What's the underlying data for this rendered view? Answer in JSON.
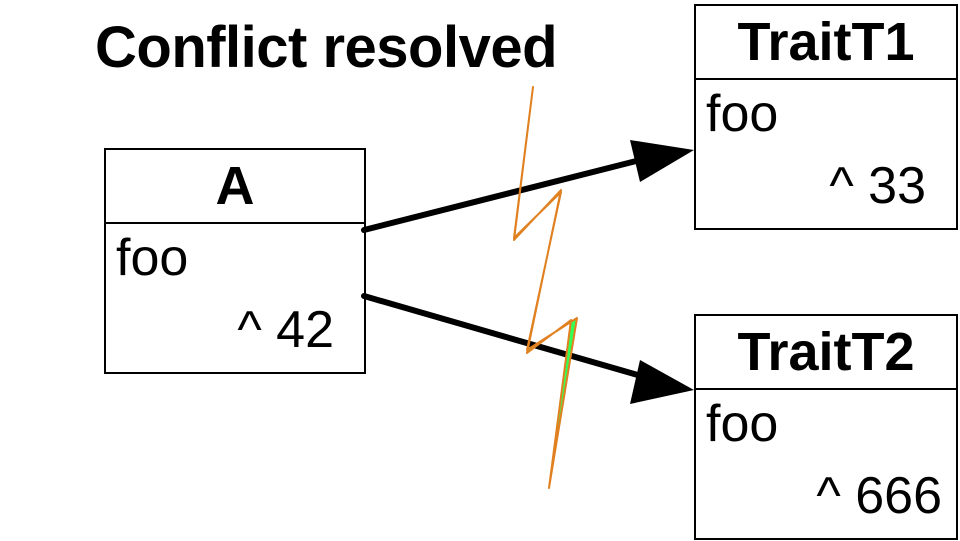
{
  "title": "Conflict resolved",
  "boxes": {
    "a": {
      "name": "A",
      "method": "foo",
      "return": "^ 42"
    },
    "t1": {
      "name": "TraitT1",
      "method": "foo",
      "return": "^ 33"
    },
    "t2": {
      "name": "TraitT2",
      "method": "foo",
      "return": "^ 666"
    }
  },
  "colors": {
    "lightning_fill": "#33ff55",
    "lightning_stroke": "#e08020",
    "arrow": "#000000"
  }
}
